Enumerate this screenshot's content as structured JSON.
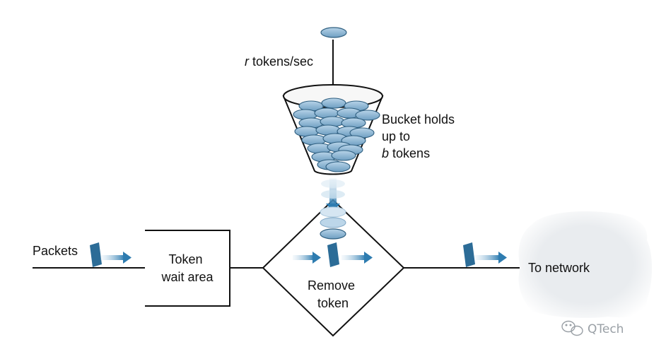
{
  "labels": {
    "rate_var": "r",
    "rate_text": "tokens/sec",
    "bucket_line1": "Bucket holds",
    "bucket_line2": "up to",
    "bucket_var": "b",
    "bucket_text": "tokens",
    "packets": "Packets",
    "wait_line1": "Token",
    "wait_line2": "wait area",
    "remove_line1": "Remove",
    "remove_line2": "token",
    "network": "To network"
  },
  "watermark": {
    "text": "QTech",
    "icon": "wechat-icon"
  },
  "colors": {
    "token_fill": "#8fb8d6",
    "token_stroke": "#2f5f80",
    "arrow": "#2e7cb0",
    "packet": "#2c6c97",
    "cloud": "#eef0f2",
    "line": "#111111"
  }
}
